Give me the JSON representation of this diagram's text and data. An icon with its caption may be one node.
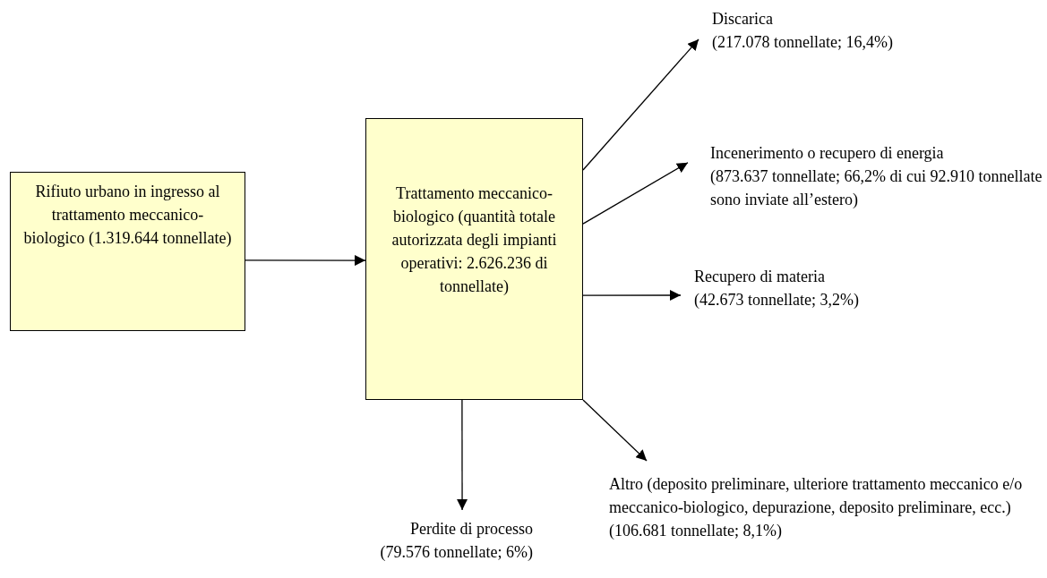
{
  "diagram": {
    "nodes": [
      {
        "text": [
          "Rifiuto urbano in ingresso al trattamento meccanico-biologico (1.319.644 tonnellate)"
        ]
      },
      {
        "text": [
          "Trattamento meccanico-biologico (quantità totale autorizzata degli impianti operativi: 2.626.236 di tonnellate)"
        ]
      },
      {
        "text": [
          "Discarica",
          "(217.078 tonnellate;  16,4%)"
        ]
      },
      {
        "text": [
          "Incenerimento o recupero di energia",
          "(873.637 tonnellate; 66,2% di cui 92.910 tonnellate sono inviate all’estero)"
        ]
      },
      {
        "text": [
          "Recupero di materia",
          "(42.673 tonnellate; 3,2%)"
        ]
      },
      {
        "text": [
          "Perdite di processo",
          "(79.576 tonnellate; 6%)"
        ]
      },
      {
        "text": [
          "Altro (deposito preliminare, ulteriore trattamento meccanico e/o meccanico-biologico, depurazione, deposito preliminare, ecc.)",
          "(106.681 tonnellate; 8,1%)"
        ]
      }
    ],
    "edges": [
      {
        "from": 0,
        "to": 1,
        "arrow": "to"
      },
      {
        "from": 1,
        "to": 2,
        "arrow": "to"
      },
      {
        "from": 1,
        "to": 3,
        "arrow": "to"
      },
      {
        "from": 1,
        "to": 4,
        "arrow": "to"
      },
      {
        "from": 1,
        "to": 5,
        "arrow": "to"
      },
      {
        "from": 1,
        "to": 6,
        "arrow": "to"
      }
    ]
  }
}
